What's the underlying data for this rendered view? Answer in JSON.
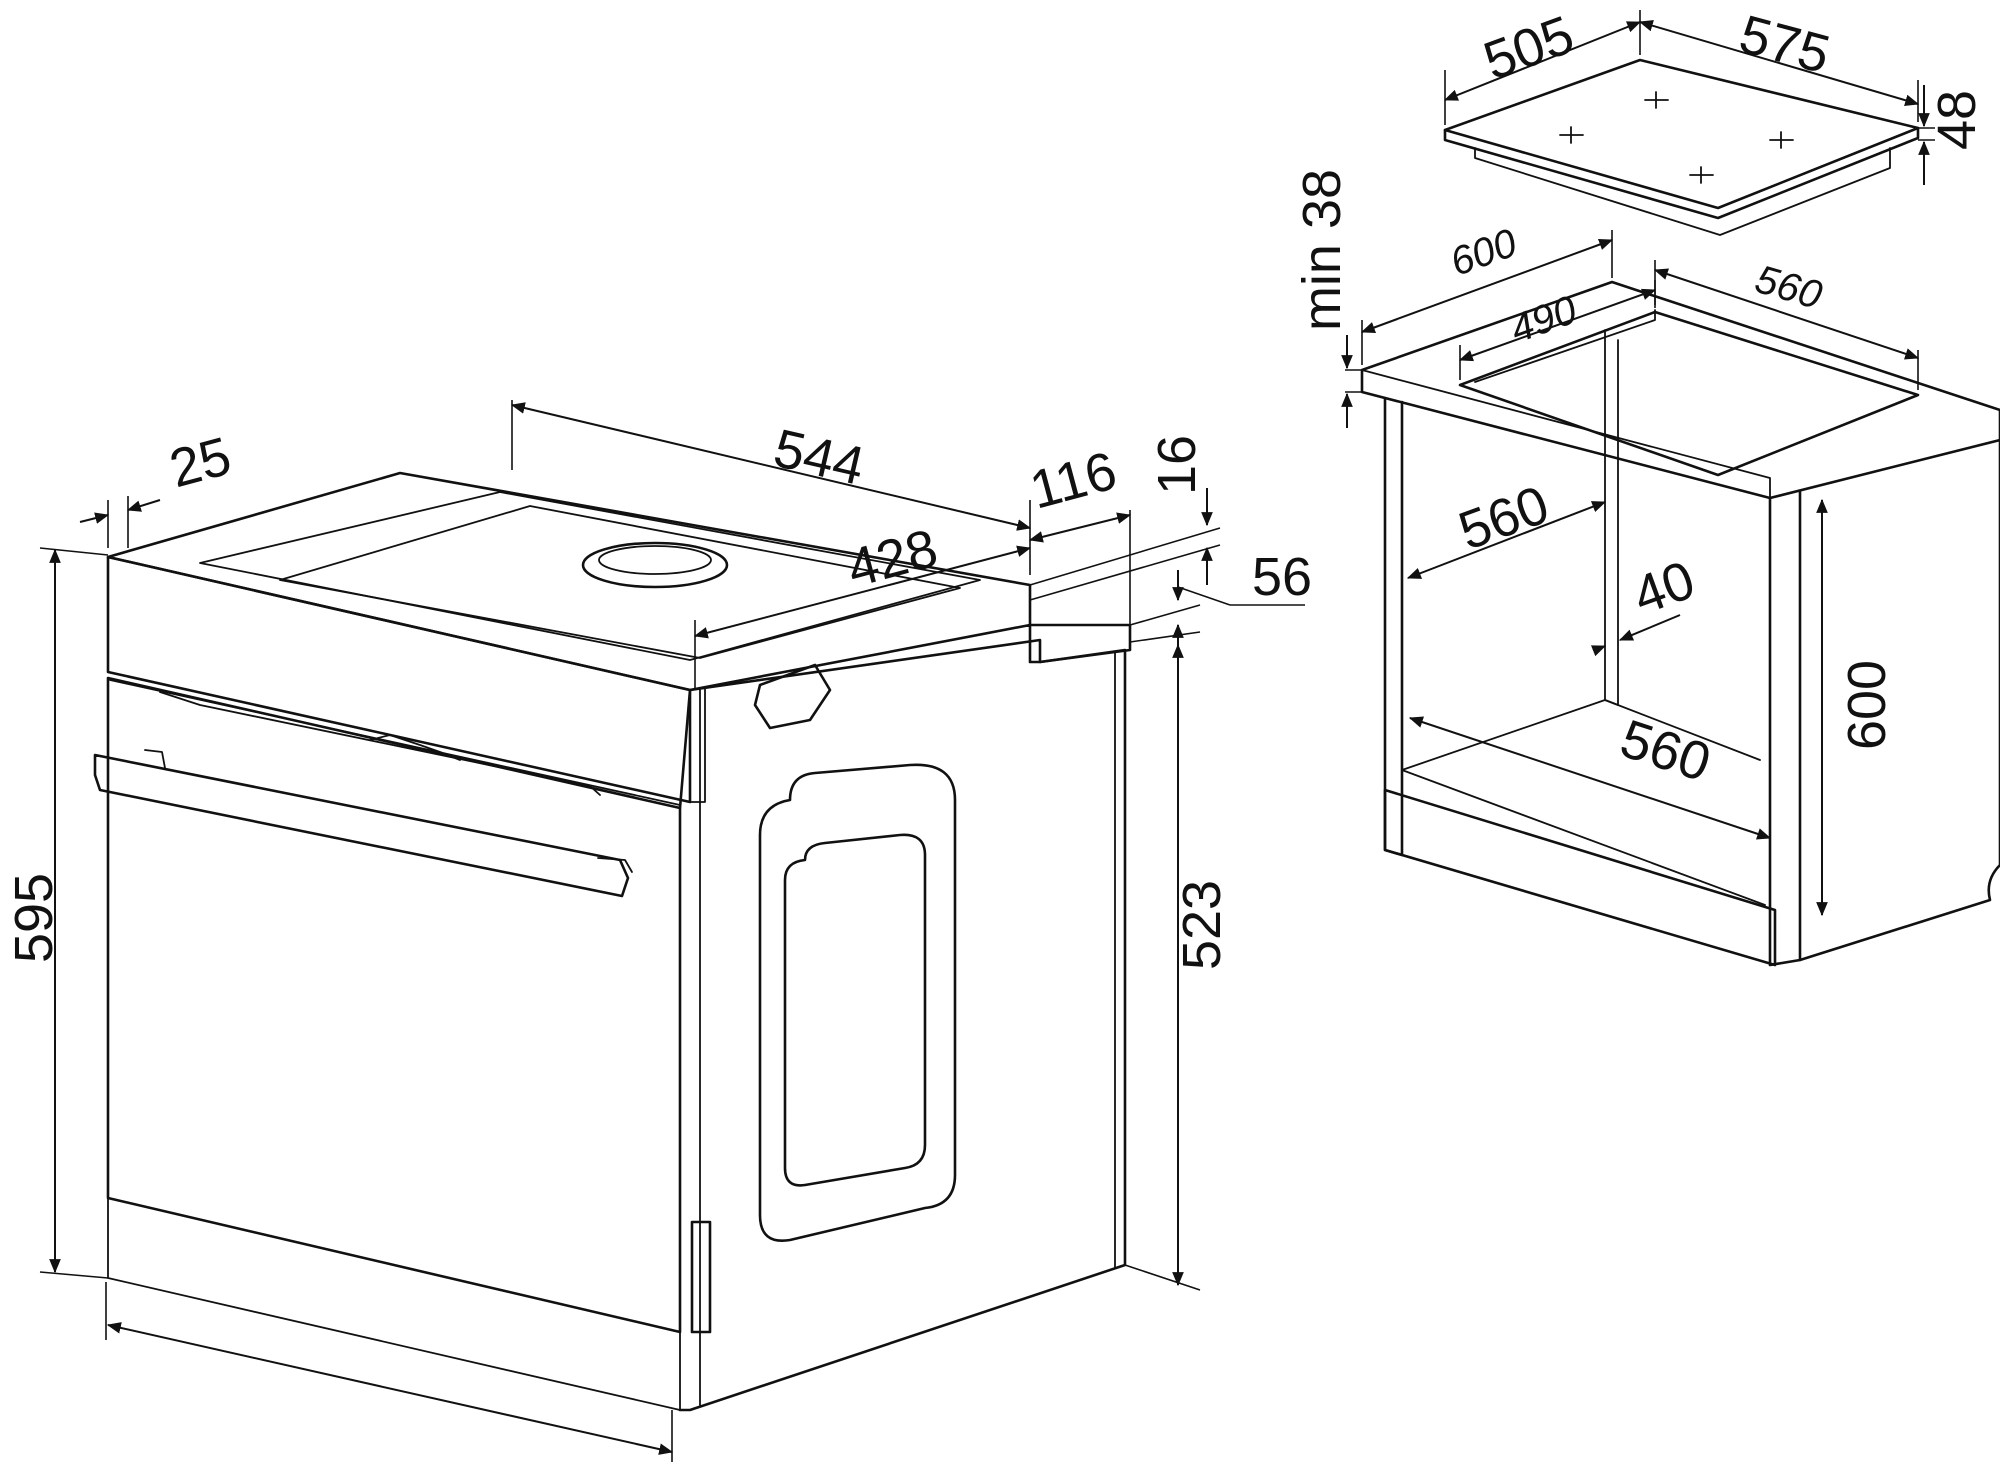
{
  "diagram": {
    "oven": {
      "width_bottom": "",
      "depth_top": "544",
      "depth_inner": "428",
      "front_panel_depth": "25",
      "rear_offset": "116",
      "top_clearance": "16",
      "step": "56",
      "height_total": "595",
      "height_body": "523"
    },
    "hob": {
      "depth": "505",
      "width": "575",
      "thickness": "48"
    },
    "cabinet": {
      "min_label": "min 38",
      "outer_width": "600",
      "cutout_width": "560",
      "cutout_depth": "490",
      "niche_depth": "560",
      "vent_gap": "40",
      "niche_width": "560",
      "niche_height": "600"
    }
  }
}
